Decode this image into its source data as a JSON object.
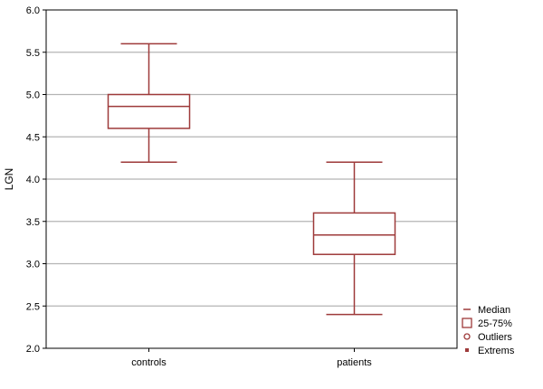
{
  "chart_data": {
    "type": "box",
    "title": "",
    "xlabel": "",
    "ylabel": "LGN",
    "ylim": [
      2.0,
      6.0
    ],
    "yticks": [
      "2.0",
      "2.5",
      "3.0",
      "3.5",
      "4.0",
      "4.5",
      "5.0",
      "5.5",
      "6.0"
    ],
    "grid": true,
    "categories": [
      "controls",
      "patients"
    ],
    "boxes": [
      {
        "category": "controls",
        "whisker_low": 4.2,
        "q1": 4.6,
        "median": 4.86,
        "q3": 5.0,
        "whisker_high": 5.6
      },
      {
        "category": "patients",
        "whisker_low": 2.4,
        "q1": 3.11,
        "median": 3.34,
        "q3": 3.6,
        "whisker_high": 4.2
      }
    ],
    "legend": {
      "placement": "bottom-right",
      "items": [
        {
          "label": "Median",
          "symbol": "line"
        },
        {
          "label": "25-75%",
          "symbol": "square"
        },
        {
          "label": "Outliers",
          "symbol": "circle"
        },
        {
          "label": "Extrems",
          "symbol": "filled-square"
        }
      ]
    },
    "colors": {
      "box": "#9e3a3a",
      "grid": "#b4b4b4",
      "axis": "#000000"
    }
  }
}
